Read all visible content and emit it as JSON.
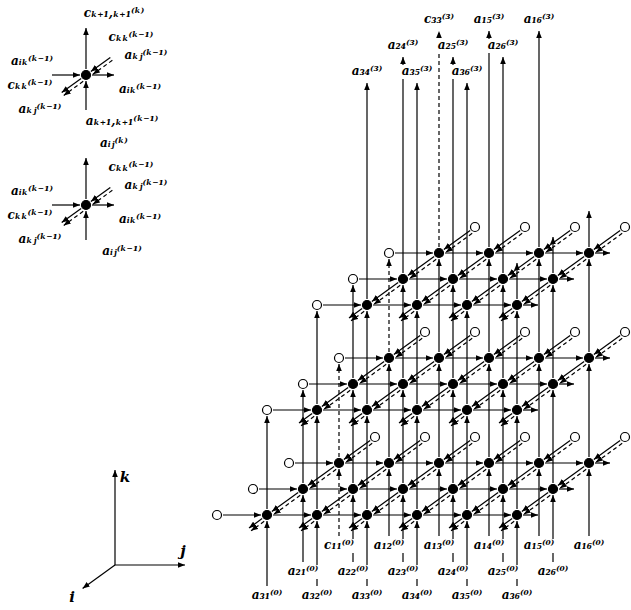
{
  "diagram": {
    "labels": [
      "cₖ₊₁,ₖ₊₁⁽ᵏ⁾",
      "cₖₖ⁽ᵏ⁻¹⁾",
      "aᵢₖ⁽ᵏ⁻¹⁾",
      "aₖⱼ⁽ᵏ⁻¹⁾",
      "cₖₖ⁽ᵏ⁻¹⁾",
      "aᵢₖ⁽ᵏ⁻¹⁾",
      "aₖⱼ⁽ᵏ⁻¹⁾",
      "aₖ₊₁,ₖ₊₁⁽ᵏ⁻¹⁾",
      "aᵢⱼ⁽ᵏ⁾",
      "cₖₖ⁽ᵏ⁻¹⁾",
      "aᵢₖ⁽ᵏ⁻¹⁾",
      "aₖⱼ⁽ᵏ⁻¹⁾",
      "cₖₖ⁽ᵏ⁻¹⁾",
      "aᵢₖ⁽ᵏ⁻¹⁾",
      "aₖⱼ⁽ᵏ⁻¹⁾",
      "aᵢⱼ⁽ᵏ⁻¹⁾",
      "k",
      "j",
      "i",
      "c₃₃⁽³⁾",
      "a₁₅⁽³⁾",
      "a₁₆⁽³⁾",
      "a₂₄⁽³⁾",
      "a₂₅⁽³⁾",
      "a₂₆⁽³⁾",
      "a₃₄⁽³⁾",
      "a₃₅⁽³⁾",
      "a₃₆⁽³⁾",
      "c₁₁⁽⁰⁾",
      "a₁₂⁽⁰⁾",
      "a₁₃⁽⁰⁾",
      "a₁₄⁽⁰⁾",
      "a₁₅⁽⁰⁾",
      "a₁₆⁽⁰⁾",
      "a₂₁⁽⁰⁾",
      "a₂₂⁽⁰⁾",
      "a₂₃⁽⁰⁾",
      "a₂₄⁽⁰⁾",
      "a₂₅⁽⁰⁾",
      "a₂₆⁽⁰⁾",
      "a₃₁⁽⁰⁾",
      "a₃₂⁽⁰⁾",
      "a₃₃⁽⁰⁾",
      "a₃₄⁽⁰⁾",
      "a₃₅⁽⁰⁾",
      "a₃₆⁽⁰⁾"
    ]
  }
}
